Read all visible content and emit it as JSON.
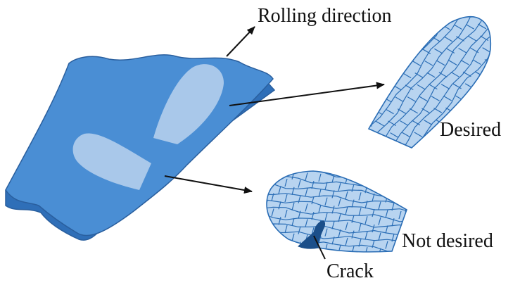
{
  "labels": {
    "rolling_direction": "Rolling direction",
    "desired": "Desired",
    "not_desired": "Not desired",
    "crack": "Crack"
  },
  "colors": {
    "sheet_face": "#4a8ed4",
    "sheet_edge": "#2f6fb8",
    "sheet_outline": "#2a5f9e",
    "blank_fill": "#a9c8ea",
    "grain_fill": "#b8d4f0",
    "grain_lines": "#2a6db5",
    "crack_fill": "#1b4f8a",
    "arrow": "#111111"
  }
}
